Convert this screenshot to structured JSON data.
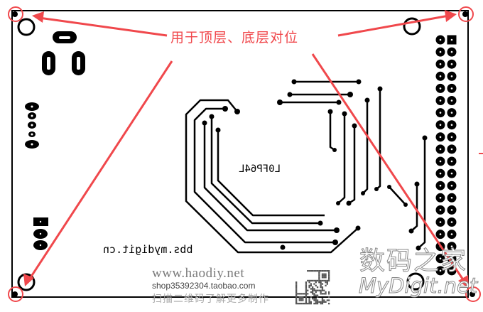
{
  "annotation": {
    "label": "用于顶层、底层对位",
    "color": "#f0484c"
  },
  "board": {
    "outline_color": "#000000",
    "silkscreen_model": "L0FP64L",
    "silkscreen_url": "bbs.mydigit.cn",
    "connector_pins": {
      "columns": 2,
      "rows": 20
    }
  },
  "watermark": {
    "url": "www.haodiy.net",
    "shop": "shop35392304.taobao.com",
    "scan_text": "扫描二维码了解更多制作",
    "brand_cn": "数码之家",
    "brand_en": "MyDigit.net"
  }
}
